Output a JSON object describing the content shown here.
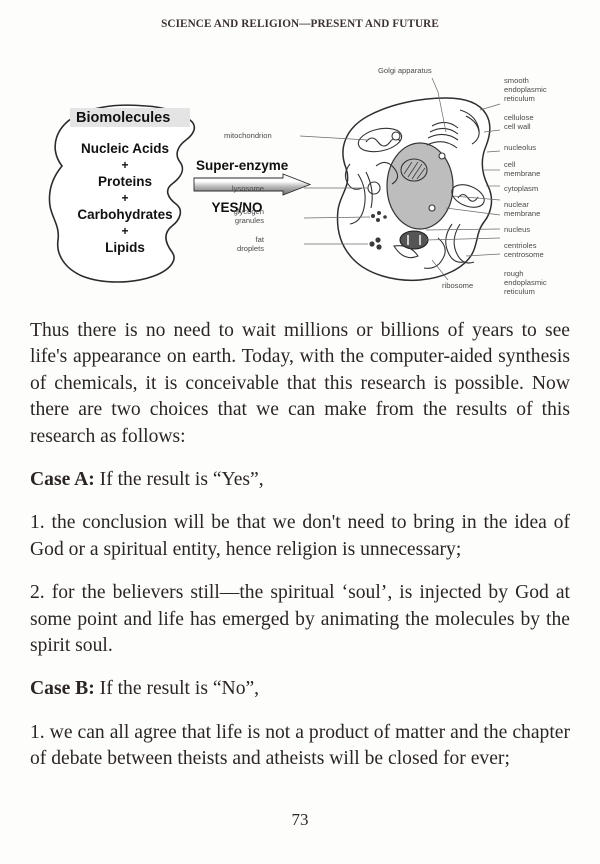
{
  "running_head": "SCIENCE AND RELIGION—PRESENT AND FUTURE",
  "figure": {
    "blob": {
      "title": "Biomolecules",
      "items": [
        "Nucleic Acids",
        "Proteins",
        "Carbohydrates",
        "Lipids"
      ],
      "separator": "+"
    },
    "arrow": {
      "label": "Super-enzyme",
      "result_label": "YES/NO"
    },
    "cell_labels_top": [
      "Golgi apparatus"
    ],
    "cell_labels_left": [
      "mitochondrion",
      "lysosome",
      "glycogen",
      "granules",
      "fat",
      "droplets"
    ],
    "cell_labels_right": [
      "smooth",
      "endoplasmic",
      "reticulum",
      "cellulose",
      "cell wall",
      "nucleolus",
      "cell",
      "membrane",
      "cytoplasm",
      "nuclear",
      "membrane",
      "nucleus",
      "centrioles",
      "centrosome",
      "rough",
      "endoplasmic",
      "reticulum"
    ],
    "cell_label_bottom": "ribosome"
  },
  "body": {
    "paragraph_1": "Thus there is no need to wait millions or billions of years to see life's appearance on earth. Today, with the computer-aided synthesis of chemicals, it is conceivable that this research is possible. Now there are two choices that we can make from the results of this research as follows:",
    "case_a_label": "Case A:",
    "case_a_text": " If the result is “Yes”,",
    "case_a_item_1": "1. the conclusion will be that we don't need to bring in the idea of God or a spiritual entity, hence religion is unnecessary;",
    "case_a_item_2": "2. for the believers still—the spiritual ‘soul’, is injected by God at some point and life has emerged by animating the molecules by the spirit soul.",
    "case_b_label": "Case B:",
    "case_b_text": " If the result is “No”,",
    "case_b_item_1": "1. we can all agree that life is not a product of matter and the chapter of debate between theists and atheists will be closed for ever;"
  },
  "folio": "73"
}
